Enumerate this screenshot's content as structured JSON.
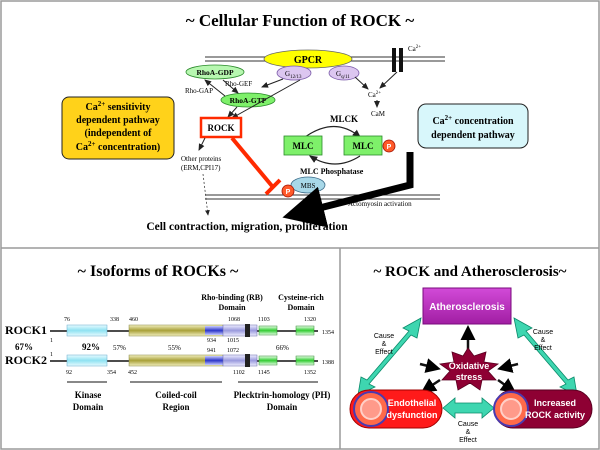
{
  "panels": {
    "cellular_function": {
      "title": "~ Cellular Function of ROCK ~",
      "gpcr": "GPCR",
      "g1213": "G",
      "g1213_sub": "12/13",
      "gq11": "G",
      "gq11_sub": "q/11",
      "ca_channel": "Ca",
      "ca_channel_sup": "2+",
      "ca_inside": "Ca",
      "ca_inside_sup": "2+",
      "rhoa_gdp": "RhoA-GDP",
      "rhoa_gtp": "RhoA-GTP",
      "rho_gap": "Rho-GAP",
      "rho_gef": "Rho-GEF",
      "cam": "CaM",
      "rock": "ROCK",
      "mlck": "MLCK",
      "mlc_left": "MLC",
      "mlc_right": "MLC",
      "phospho": "P",
      "mlc_phosphatase": "MLC Phosphatase",
      "mbs": "MBS",
      "other_proteins_l1": "Other proteins",
      "other_proteins_l2": "(ERM,CPI17)",
      "actomyosin": "Actomyosin  activation",
      "outcome": "Cell contraction, migration, proliferation",
      "sensitivity_box": {
        "l1a": "Ca",
        "l1sup": "2+",
        "l1b": " sensitivity",
        "l2": "dependent pathway",
        "l3": "(independent of",
        "l4a": "Ca",
        "l4sup": "2+",
        "l4b": " concentration)"
      },
      "concentration_box": {
        "l1a": "Ca",
        "l1sup": "2+",
        "l1b": " concentration",
        "l2": "dependent pathway"
      }
    },
    "isoforms": {
      "title": "~ Isoforms of ROCKs ~",
      "rock1": "ROCK1",
      "rock2": "ROCK2",
      "rb_domain_l1": "Rho-binding (RB)",
      "rb_domain_l2": "Domain",
      "cys_domain_l1": "Cysteine-rich",
      "cys_domain_l2": "Domain",
      "kinase_l1": "Kinase",
      "kinase_l2": "Domain",
      "coiled_l1": "Coiled-coil",
      "coiled_l2": "Region",
      "ph_l1": "Plecktrin-homology (PH)",
      "ph_l2": "Domain",
      "pct_67": "67%",
      "pct_92": "92%",
      "pct_57": "57%",
      "pct_55": "55%",
      "pct_66": "66%",
      "rock1_numbers": {
        "start": "1",
        "k1": "76",
        "k2": "338",
        "c1": "460",
        "rb2": "1068",
        "rb1": "934",
        "rb1b": "1015",
        "cys1": "1103",
        "cys2": "1320",
        "end": "1354"
      },
      "rock2_numbers": {
        "start": "1",
        "k1": "92",
        "k2": "354",
        "c1": "452",
        "rb1": "941",
        "rb1b": "1072",
        "rb2": "1102",
        "cys1": "1145",
        "cys2": "1352",
        "end": "1388"
      }
    },
    "atherosclerosis": {
      "title": "~ ROCK and Atherosclerosis~",
      "top": "Atherosclerosis",
      "center_l1": "Oxidative",
      "center_l2": "stress",
      "left_l1": "Endothelial",
      "left_l2": "dysfunction",
      "right_l1": "Increased",
      "right_l2": "ROCK activity",
      "ce_l1": "Cause",
      "ce_l2": "&",
      "ce_l3": "Effect"
    }
  },
  "colors": {
    "border": "#9a9a9a",
    "gpcr": "#ffff00",
    "green_oval": "#b7f7b0",
    "green_box": "#7ef06a",
    "lavender": "#dcc6f0",
    "rock_red": "#ff2a00",
    "yellow_box": "#ffd21a",
    "cyan_box": "#d8f7fb",
    "mbs": "#a8d8e8",
    "magenta": "#c22bc4",
    "dark_red": "#8e0033",
    "bright_red": "#ff1a1a",
    "teal_arrow": "#3ed6b0"
  }
}
